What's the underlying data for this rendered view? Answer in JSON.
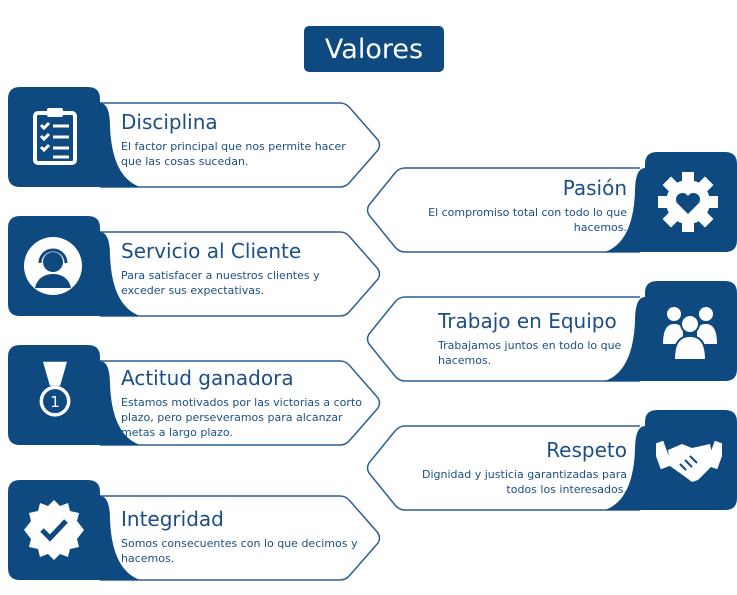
{
  "title": "Valores",
  "colors": {
    "primary": "#0e4a80",
    "text": "#1b4f86"
  },
  "values": [
    {
      "title": "Disciplina",
      "desc": "El factor principal que nos permite hacer que las cosas sucedan.",
      "icon": "clipboard-checklist-icon"
    },
    {
      "title": "Pasión",
      "desc": "El compromiso total con todo lo que hacemos.",
      "icon": "gear-heart-icon"
    },
    {
      "title": "Servicio al Cliente",
      "desc": "Para satisfacer a nuestros clientes y exceder sus expectativas.",
      "icon": "headset-agent-icon"
    },
    {
      "title": "Trabajo en Equipo",
      "desc": "Trabajamos juntos en todo lo que hacemos.",
      "icon": "group-icon"
    },
    {
      "title": "Actitud ganadora",
      "desc": "Estamos motivados por las victorias a corto plazo, pero perseveramos para alcanzar metas a largo plazo.",
      "icon": "medal-icon"
    },
    {
      "title": "Respeto",
      "desc": "Dignidad y justicia garantizadas para todos los interesados.",
      "icon": "handshake-icon"
    },
    {
      "title": "Integridad",
      "desc": "Somos consecuentes con lo que decimos y hacemos.",
      "icon": "badge-check-icon"
    }
  ]
}
